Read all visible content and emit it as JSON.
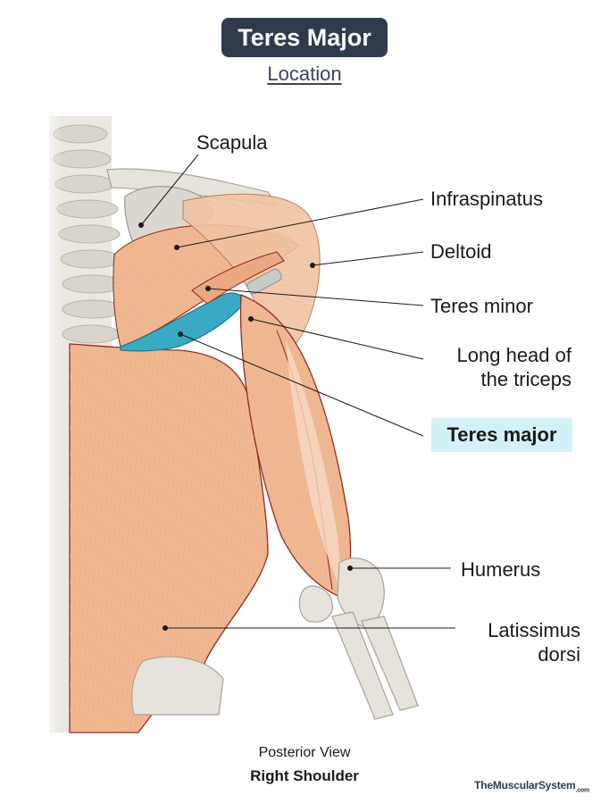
{
  "header": {
    "title": "Teres Major",
    "subtitle": "Location"
  },
  "labels": {
    "scapula": "Scapula",
    "infraspinatus": "Infraspinatus",
    "deltoid": "Deltoid",
    "teres_minor": "Teres minor",
    "long_head_line1": "Long head of",
    "long_head_line2": "the triceps",
    "teres_major": "Teres major",
    "humerus": "Humerus",
    "latissimus_line1": "Latissimus",
    "latissimus_line2": "dorsi"
  },
  "caption": {
    "view": "Posterior View",
    "side": "Right Shoulder"
  },
  "brand": {
    "name": "TheMuscularSystem",
    "suffix": ".com"
  },
  "colors": {
    "muscle": "#f0b892",
    "muscle_outline": "#8a2a1e",
    "highlight_muscle": "#3aa9c4",
    "bone": "#e6e3dc",
    "title_bg": "#2f3b4d",
    "label_highlight_bg": "#d4f1f8"
  }
}
